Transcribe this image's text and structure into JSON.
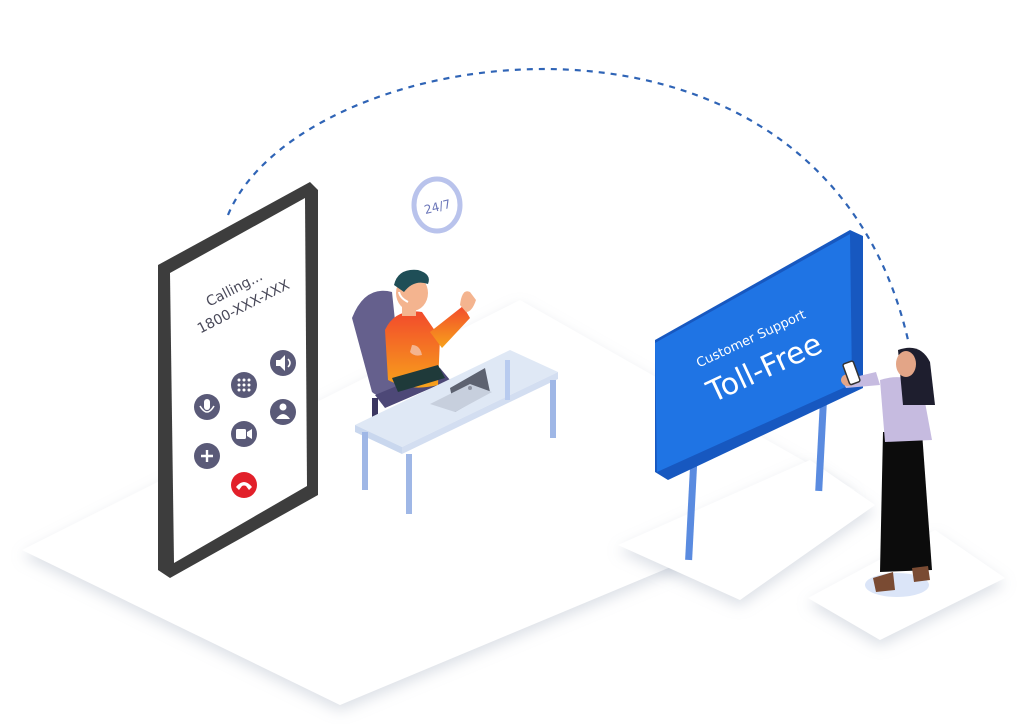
{
  "phone": {
    "status": "Calling...",
    "number": "1800-XXX-XXX",
    "buttons": [
      {
        "name": "microphone-icon",
        "glyph": "🎙"
      },
      {
        "name": "keypad-icon",
        "glyph": "⠿"
      },
      {
        "name": "speaker-icon",
        "glyph": "🔊"
      },
      {
        "name": "add-call-icon",
        "glyph": "+"
      },
      {
        "name": "video-icon",
        "glyph": "▶"
      },
      {
        "name": "contact-icon",
        "glyph": "👤"
      }
    ],
    "end_call_icon": "phone-hangup-icon"
  },
  "clock": {
    "label": "24/7"
  },
  "billboard": {
    "subtitle": "Customer Support",
    "title": "Toll-Free"
  },
  "colors": {
    "phone_frame": "#3d3d3d",
    "button_bg": "#5a5a78",
    "end_call": "#e2202a",
    "billboard_face": "#1f74e4",
    "billboard_edge": "#1758c0",
    "dashed_arc": "#2f64b6",
    "desk": "#dfe8f5",
    "desk_legs": "#9fb7e6",
    "agent_shirt": "#f2673b",
    "chair": "#65608d"
  }
}
